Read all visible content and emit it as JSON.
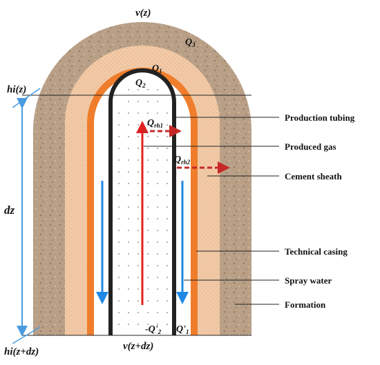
{
  "labels": {
    "v_top": "v(z)",
    "v_bottom": "v(z+dz)",
    "hi_top": "hi(z)",
    "hi_bottom": "hi(z+dz)",
    "dz": "dz",
    "q3": "Q",
    "q3_sub": "3",
    "q1": "Q",
    "q1_sub": "1",
    "q2": "Q",
    "q2_sub": "2",
    "qrh1": "Q",
    "qrh1_sub": "rh1",
    "qrh2": "Q",
    "qrh2_sub": "rh2",
    "q2_prime": "-Q'",
    "q2_prime_sub": "2",
    "q1_prime": "Q'",
    "q1_prime_sub": "1"
  },
  "callouts": {
    "production_tubing": "Production tubing",
    "produced_gas": "Produced gas",
    "cement_sheath": "Cement sheath",
    "technical_casing": "Technical casing",
    "spray_water": "Spray water",
    "formation": "Formation"
  },
  "colors": {
    "formation": "#b89f86",
    "cement": "#f1c9a6",
    "casing": "#ef7d2b",
    "tubing": "#222222",
    "dz_arrow": "#4a9be0",
    "water_arrow": "#1e88e5",
    "gas_arrow": "#e02020",
    "heat_arrow": "#c62828"
  }
}
